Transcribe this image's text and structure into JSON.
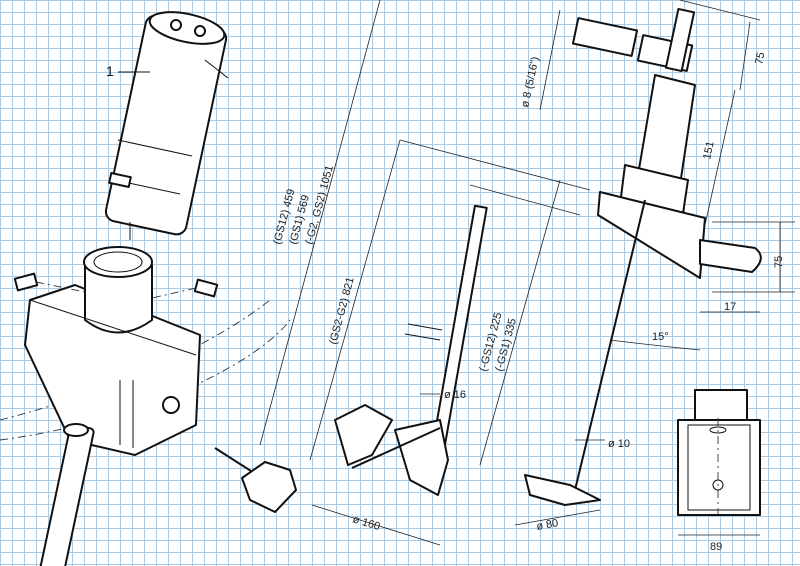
{
  "callouts": {
    "part_number": "1"
  },
  "dimensions": {
    "long_1": "(GS12) 459",
    "long_2": "(GS1) 569",
    "long_3": "(-G2, GS2) 1051",
    "mid": "(GS2-G2) 821",
    "short_1": "(-GS12) 225",
    "short_2": "(-GS1) 335",
    "dia_shaft_small": "ø 16",
    "dia_prop_small": "ø 160",
    "dia_shaft": "ø 10",
    "dia_prop": "ø 80",
    "dia_hose": "ø 8 (5/16\")",
    "top": "75",
    "height": "151",
    "clamp": "75",
    "offset": "17",
    "angle": "15°",
    "width": "89"
  },
  "colors": {
    "grid": "#a9cbe6",
    "line": "#111111",
    "paper": "#ffffff"
  },
  "icons": [
    "motor-icon",
    "clamp-icon",
    "screw-icon",
    "knob-icon",
    "shaft-icon",
    "propeller-icon",
    "air-motor-icon"
  ]
}
